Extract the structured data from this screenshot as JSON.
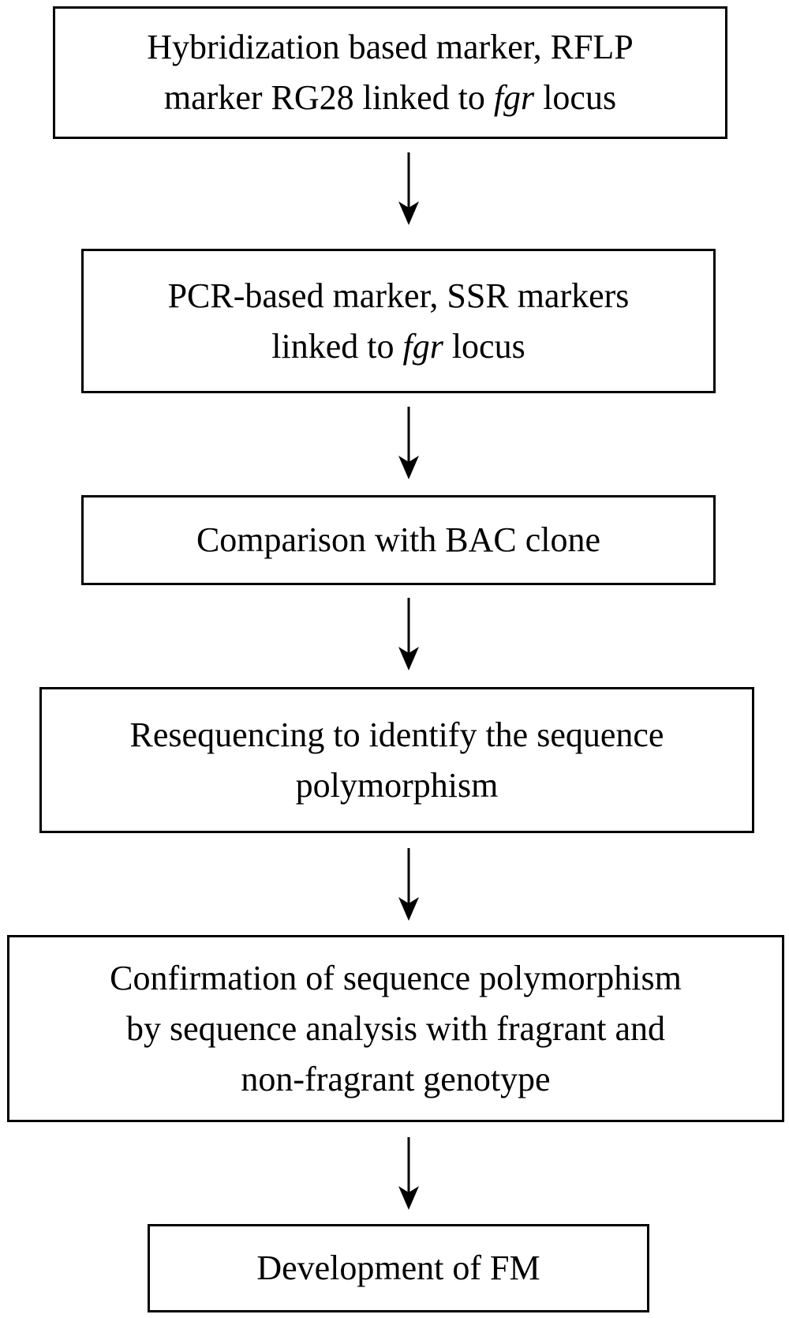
{
  "flowchart": {
    "steps": [
      {
        "id": "hybridization-marker",
        "lines": [
          [
            "Hybridization based marker, RFLP"
          ],
          [
            "marker RG28 linked to ",
            "fgr",
            " locus"
          ]
        ]
      },
      {
        "id": "pcr-marker",
        "lines": [
          [
            "PCR-based marker, SSR markers"
          ],
          [
            "linked to ",
            "fgr",
            " locus"
          ]
        ]
      },
      {
        "id": "bac-comparison",
        "lines": [
          [
            "Comparison with BAC clone"
          ]
        ]
      },
      {
        "id": "resequencing",
        "lines": [
          [
            "Resequencing to identify the sequence"
          ],
          [
            "polymorphism"
          ]
        ]
      },
      {
        "id": "confirmation",
        "lines": [
          [
            "Confirmation of sequence polymorphism"
          ],
          [
            "by sequence analysis with fragrant and"
          ],
          [
            "non-fragrant genotype"
          ]
        ]
      },
      {
        "id": "development-fm",
        "lines": [
          [
            "Development of FM"
          ]
        ]
      }
    ],
    "colors": {
      "stroke": "#000000",
      "background": "#ffffff"
    }
  }
}
